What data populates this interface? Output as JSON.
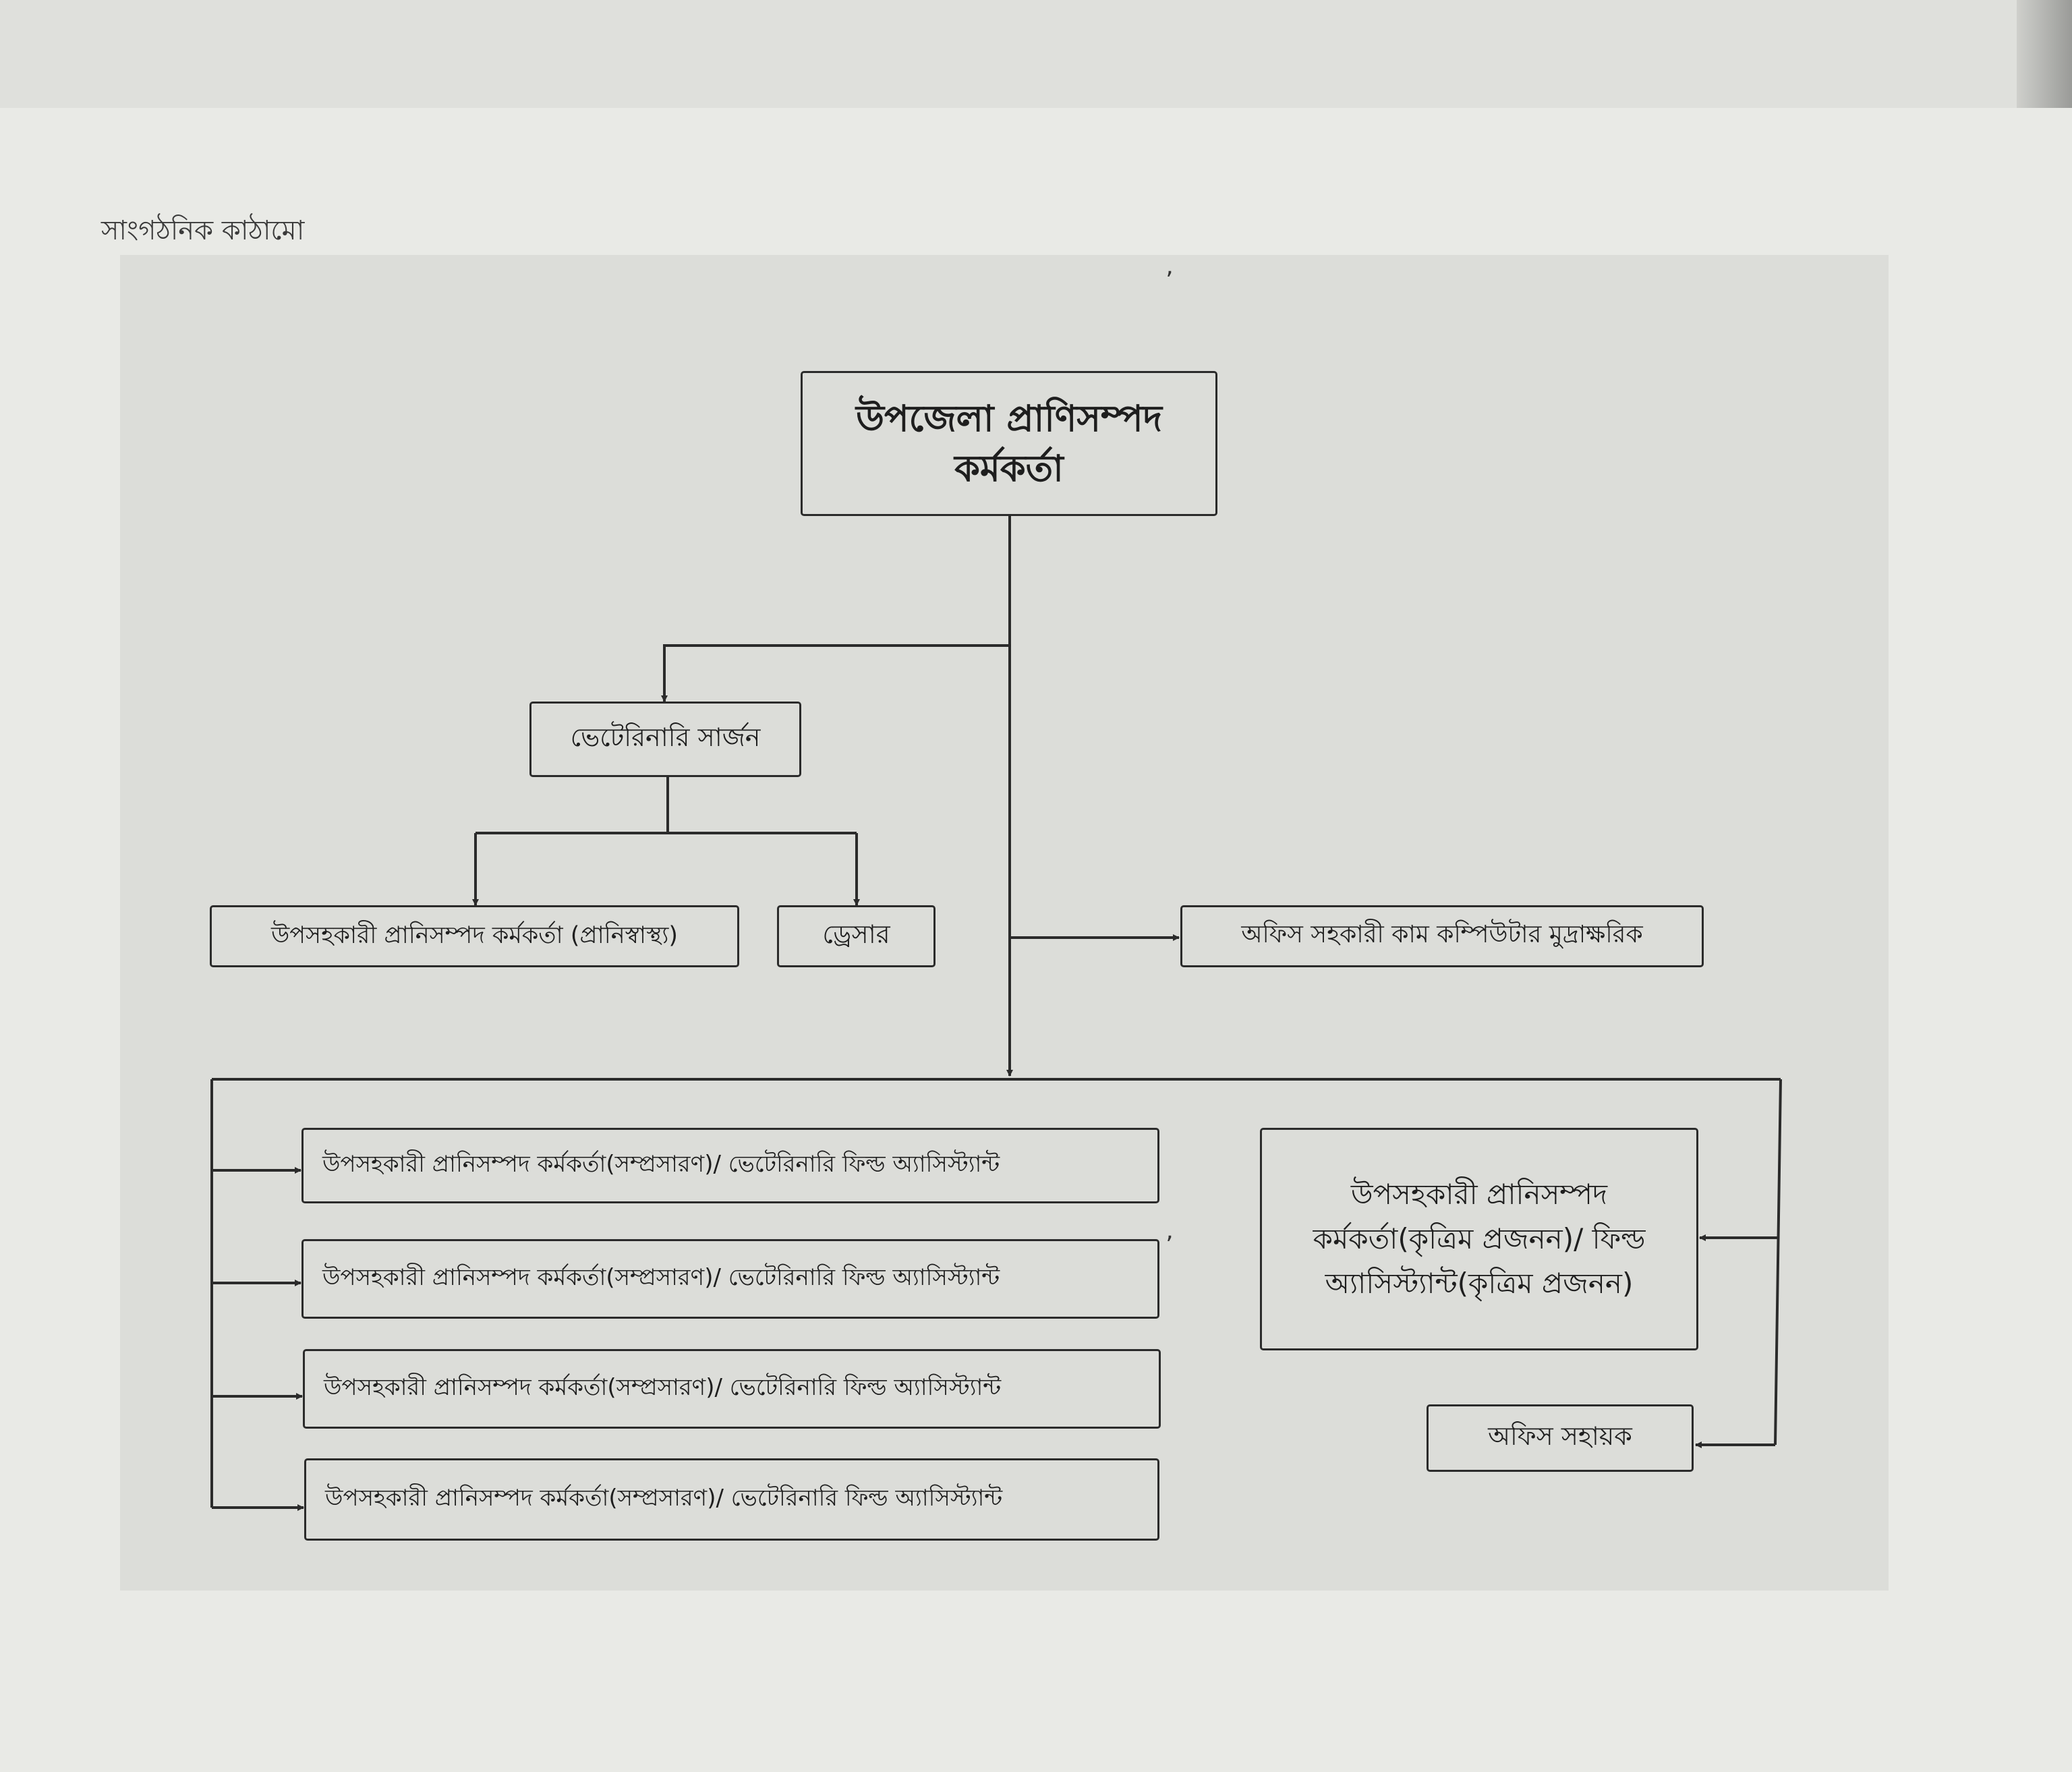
{
  "page": {
    "title": "সাংগঠনিক কাঠামো"
  },
  "chart": {
    "head": "উপজেলা প্রাণিসম্পদ কর্মকর্তা",
    "vet_surgeon": "ভেটেরিনারি সার্জন",
    "health_officer": "উপসহকারী প্রানিসম্পদ কর্মকর্তা (প্রানিস্বাস্থ্য)",
    "dresser": "ড্রেসার",
    "office_assistant_typist": "অফিস সহকারী কাম কম্পিউটার মুদ্রাক্ষরিক",
    "field_assistants": [
      "উপসহকারী প্রানিসম্পদ কর্মকর্তা(সম্প্রসারণ)/ ভেটেরিনারি ফিল্ড অ্যাসিস্ট্যান্ট",
      "উপসহকারী প্রানিসম্পদ কর্মকর্তা(সম্প্রসারণ)/ ভেটেরিনারি ফিল্ড অ্যাসিস্ট্যান্ট",
      "উপসহকারী প্রানিসম্পদ কর্মকর্তা(সম্প্রসারণ)/ ভেটেরিনারি ফিল্ড অ্যাসিস্ট্যান্ট",
      "উপসহকারী প্রানিসম্পদ কর্মকর্তা(সম্প্রসারণ)/ ভেটেরিনারি ফিল্ড অ্যাসিস্ট্যান্ট"
    ],
    "ai_officer": "উপসহকারী প্রানিসম্পদ কর্মকর্তা(কৃত্রিম প্রজনন)/ ফিল্ড অ্যাসিস্ট্যান্ট(কৃত্রিম প্রজনন)",
    "office_helper": "অফিস সহায়ক"
  }
}
